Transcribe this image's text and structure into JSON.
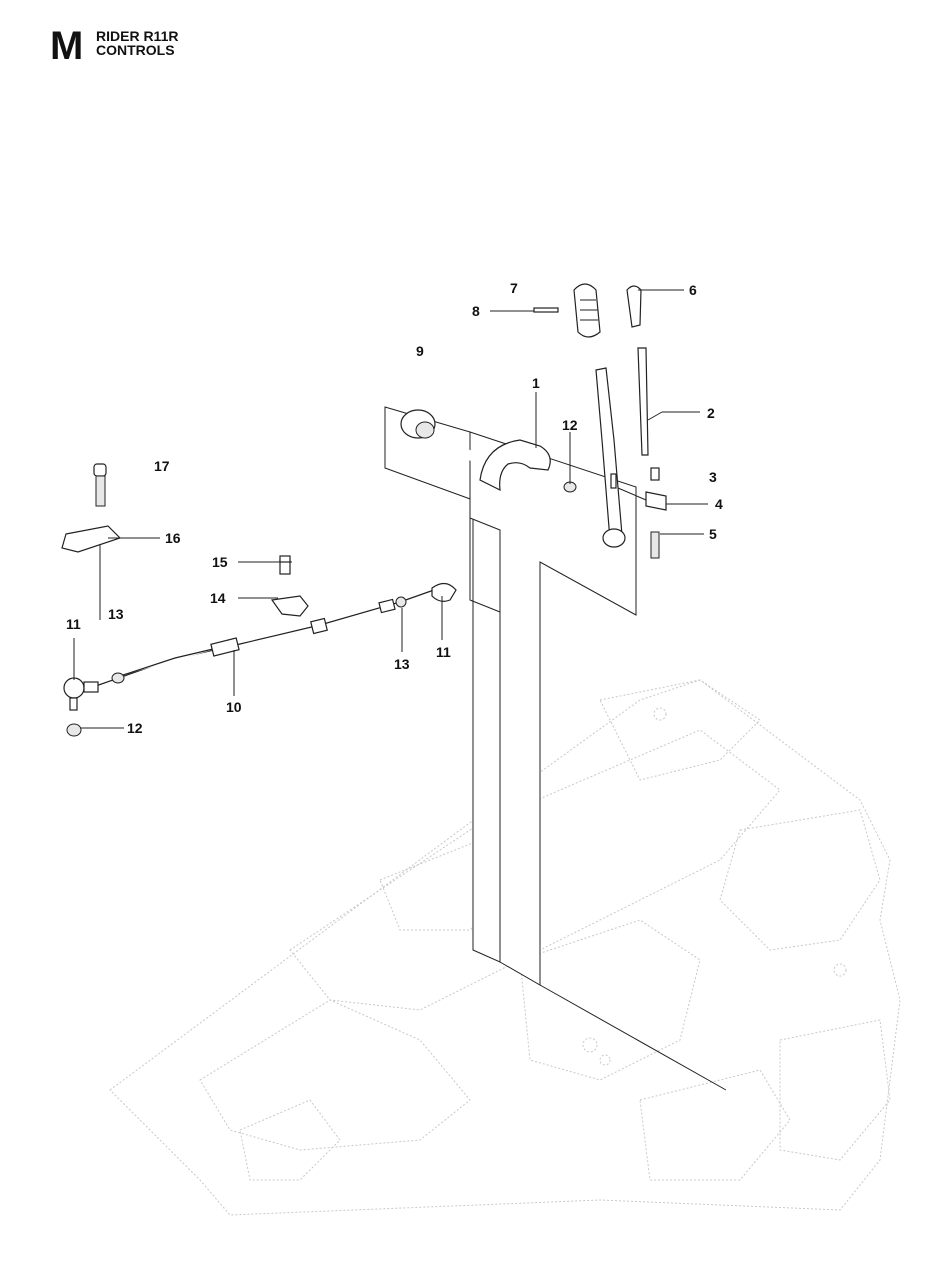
{
  "header": {
    "section_letter": "M",
    "model": "RIDER R11R",
    "section_title": "CONTROLS"
  },
  "callouts": {
    "c1": "1",
    "c2": "2",
    "c3": "3",
    "c4": "4",
    "c5": "5",
    "c6": "6",
    "c7": "7",
    "c8": "8",
    "c9": "9",
    "c10": "10",
    "c11a": "11",
    "c11b": "11",
    "c12a": "12",
    "c12b": "12",
    "c13a": "13",
    "c13b": "13",
    "c14": "14",
    "c15": "15",
    "c16": "16",
    "c17": "17"
  },
  "colors": {
    "ink": "#111111",
    "ghost": "#c8c8c8",
    "background": "#ffffff"
  }
}
